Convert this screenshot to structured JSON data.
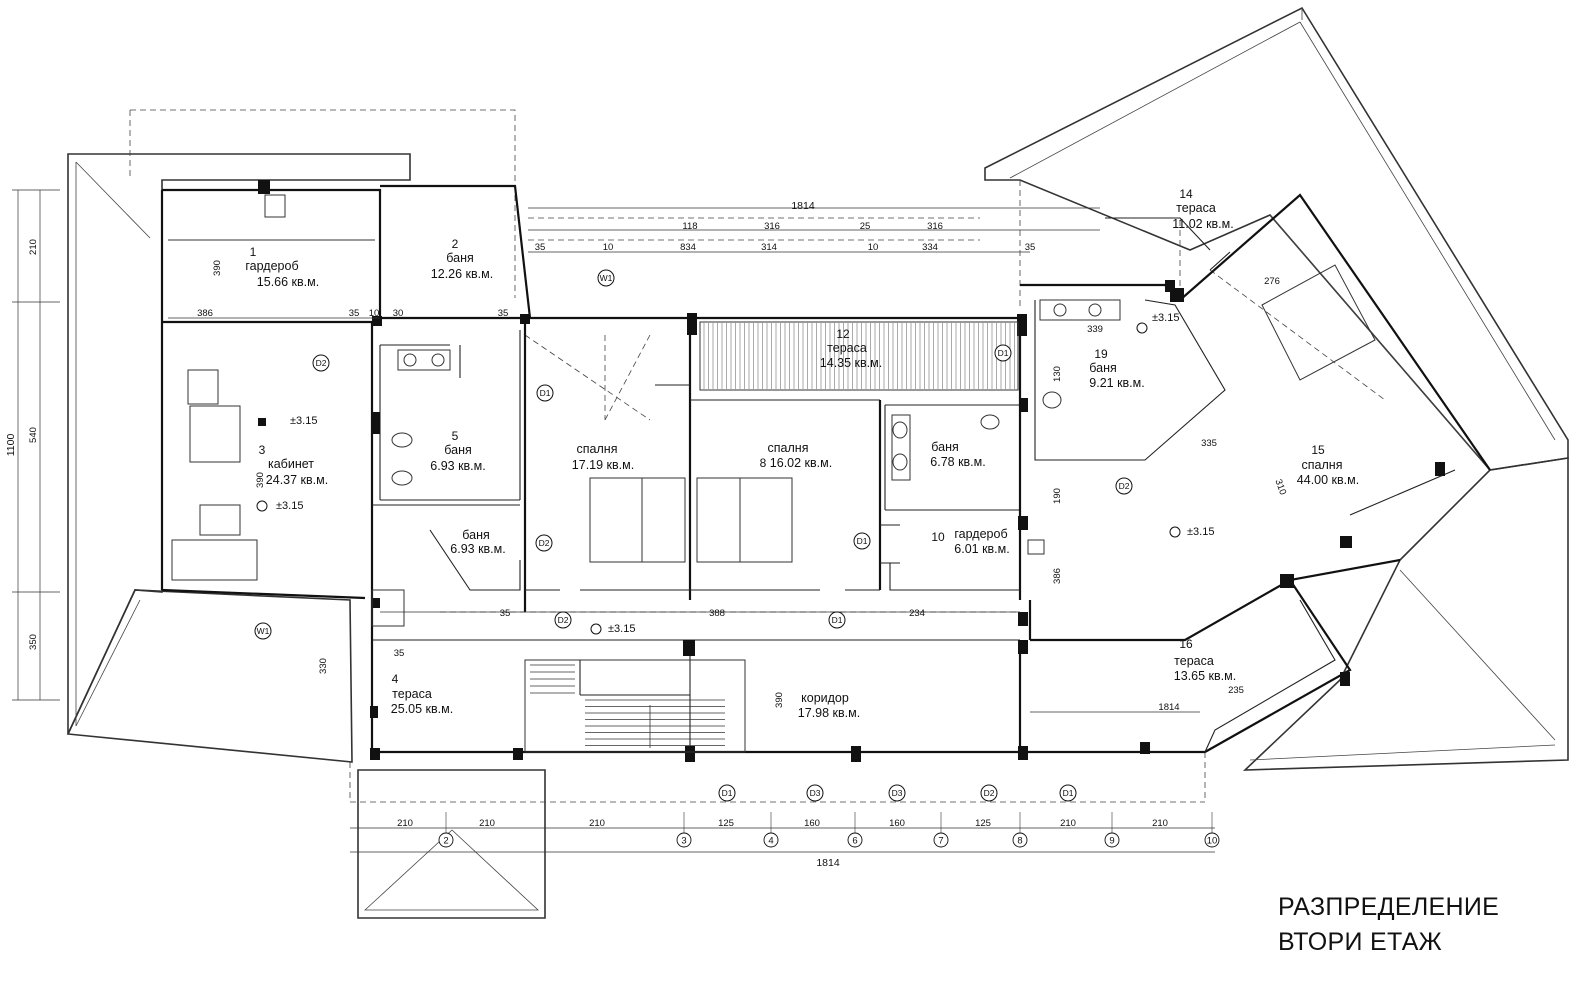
{
  "title": {
    "line1": "РАЗПРЕДЕЛЕНИЕ",
    "line2": "ВТОРИ ЕТАЖ"
  },
  "rooms": [
    {
      "id": "r1",
      "num": "1",
      "name": "гардероб",
      "area": "15.66 кв.м."
    },
    {
      "id": "r2",
      "num": "2",
      "name": "баня",
      "area": "12.26 кв.м."
    },
    {
      "id": "r3",
      "num": "3",
      "name": "кабинет",
      "area": "24.37 кв.м."
    },
    {
      "id": "r4",
      "num": "4",
      "name": "тераса",
      "area": "25.05 кв.м."
    },
    {
      "id": "r5",
      "num": "5",
      "name": "баня",
      "area": "6.93 кв.м."
    },
    {
      "id": "r5b",
      "num": "",
      "name": "баня",
      "area": "6.93 кв.м."
    },
    {
      "id": "r7",
      "num": "",
      "name": "спалня",
      "area": "17.19 кв.м."
    },
    {
      "id": "r8",
      "num": "8",
      "name": "спалня",
      "area": "16.02 кв.м."
    },
    {
      "id": "r9",
      "num": "",
      "name": "баня",
      "area": "6.78 кв.м."
    },
    {
      "id": "r10",
      "num": "10",
      "name": "гардероб",
      "area": "6.01 кв.м."
    },
    {
      "id": "r12",
      "num": "12",
      "name": "тераса",
      "area": "14.35 кв.м."
    },
    {
      "id": "r14",
      "num": "14",
      "name": "тераса",
      "area": "11.02 кв.м."
    },
    {
      "id": "r15",
      "num": "15",
      "name": "спалня",
      "area": "44.00 кв.м."
    },
    {
      "id": "r16",
      "num": "16",
      "name": "тераса",
      "area": "13.65 кв.м."
    },
    {
      "id": "r19",
      "num": "19",
      "name": "баня",
      "area": "9.21 кв.м."
    },
    {
      "id": "rk",
      "num": "",
      "name": "коридор",
      "area": "17.98 кв.м."
    }
  ],
  "levels": [
    "±3.15",
    "±3.15",
    "±3.15",
    "±3.15",
    "±3.15"
  ],
  "dimensions": {
    "overall_top": "1814",
    "overall_bottom": "1814",
    "left_overall": "1100",
    "left_segments": [
      "210",
      "540",
      "350"
    ],
    "top_chain": [
      "118",
      "316",
      "25",
      "316"
    ],
    "top_chain2": [
      "35",
      "10",
      "834",
      "314",
      "10",
      "334",
      "35"
    ],
    "bottom_chain": [
      "210",
      "210",
      "210",
      "125",
      "160",
      "160",
      "125",
      "210",
      "210"
    ],
    "axis_numbers": [
      "2",
      "3",
      "4",
      "6",
      "7",
      "8",
      "9",
      "10"
    ],
    "misc": [
      "386",
      "35",
      "10",
      "30",
      "35",
      "390",
      "388",
      "35",
      "234",
      "330",
      "390",
      "35",
      "1814",
      "276",
      "335",
      "310",
      "386",
      "235",
      "339",
      "130",
      "190",
      "390"
    ]
  },
  "door_tags": [
    "D1",
    "D2",
    "D3",
    "W1",
    "D1",
    "D2",
    "D1",
    "D2",
    "D1",
    "D1",
    "W1",
    "D2",
    "D1",
    "D3",
    "D2"
  ]
}
